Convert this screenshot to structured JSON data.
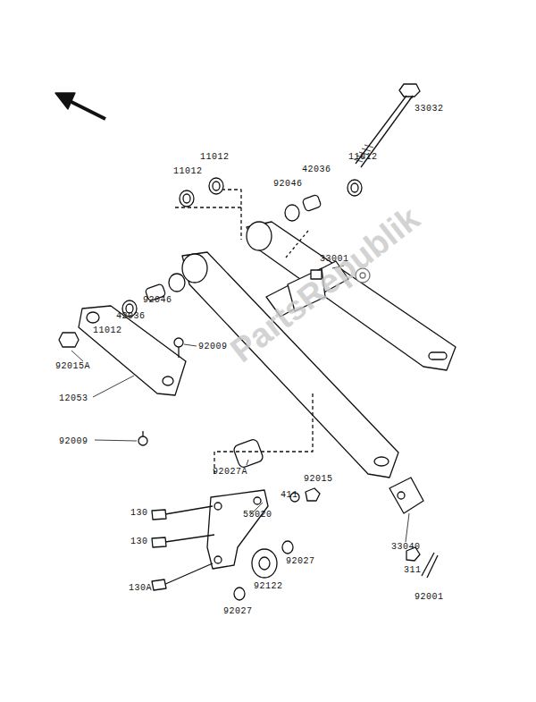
{
  "diagram": {
    "labels": [
      "33032",
      "11012",
      "11012",
      "42036",
      "92046",
      "11012",
      "33001",
      "92046",
      "42036",
      "11012",
      "92015A",
      "92009",
      "12053",
      "92009",
      "92027A",
      "411",
      "92015",
      "130",
      "55020",
      "130",
      "130A",
      "92027",
      "92122",
      "92027",
      "33040",
      "311",
      "92001",
      "PartsRepublik"
    ]
  }
}
